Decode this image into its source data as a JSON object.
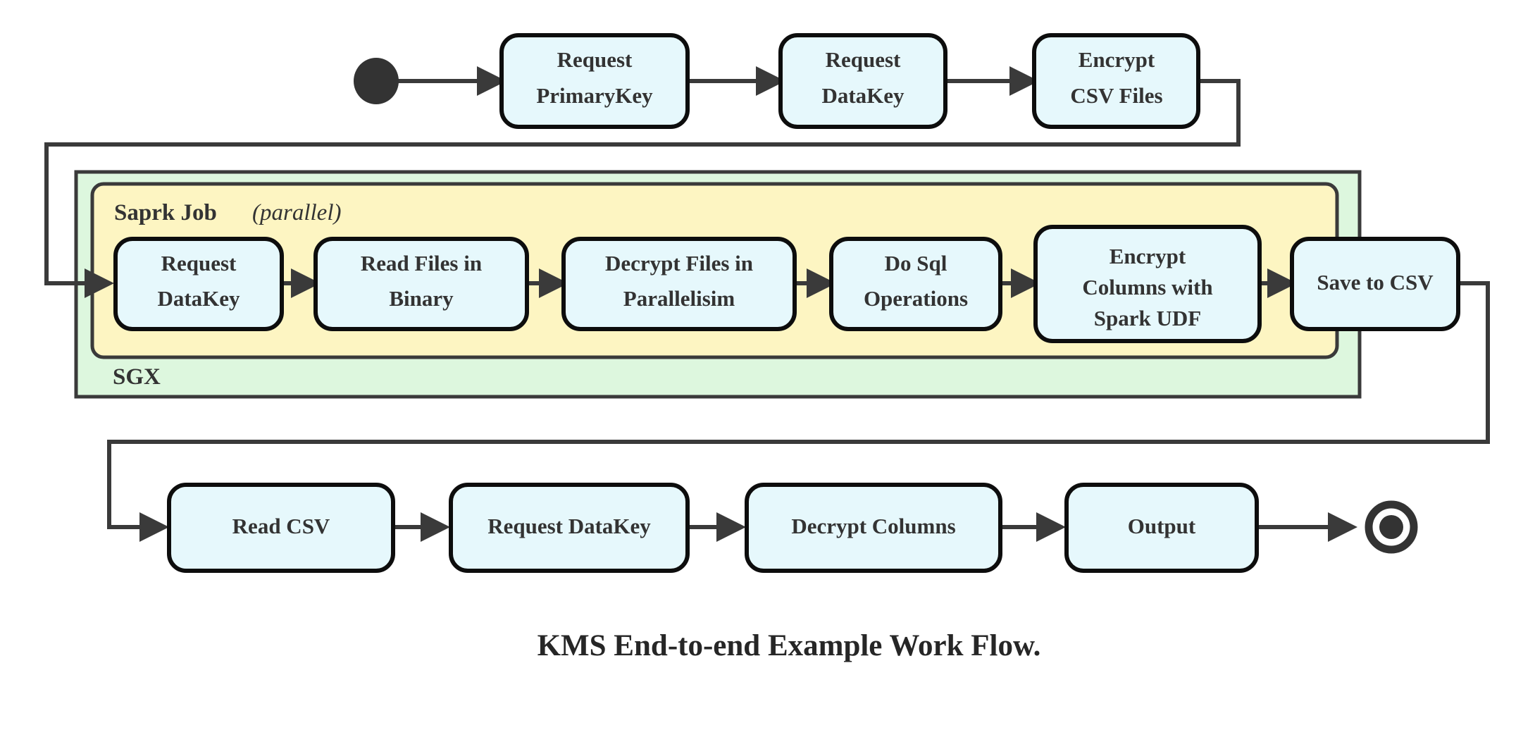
{
  "diagram": {
    "caption": "KMS End-to-end Example Work Flow.",
    "colors": {
      "node_fill": "#e6f8fc",
      "node_stroke": "#0d0d0d",
      "sgx_fill": "#ddf7de",
      "spark_fill": "#fdf5c2",
      "edge": "#3a3a3a",
      "text": "#333333"
    },
    "groups": {
      "sgx": {
        "label": "SGX"
      },
      "spark": {
        "label": "Saprk Job",
        "modifier": "(parallel)"
      }
    },
    "markers": {
      "start": "start-state",
      "end": "final-state"
    },
    "top_row": [
      {
        "id": "request-primarykey",
        "lines": [
          "Request",
          "PrimaryKey"
        ]
      },
      {
        "id": "request-datakey-top",
        "lines": [
          "Request",
          "DataKey"
        ]
      },
      {
        "id": "encrypt-csv-files",
        "lines": [
          "Encrypt",
          "CSV Files"
        ]
      }
    ],
    "spark_row": [
      {
        "id": "request-datakey-spark",
        "lines": [
          "Request",
          "DataKey"
        ]
      },
      {
        "id": "read-files-in-binary",
        "lines": [
          "Read Files in",
          "Binary"
        ]
      },
      {
        "id": "decrypt-files-in-parallelisim",
        "lines": [
          "Decrypt Files in",
          "Parallelisim"
        ]
      },
      {
        "id": "do-sql-operations",
        "lines": [
          "Do Sql",
          "Operations"
        ]
      },
      {
        "id": "encrypt-columns-with-spark-udf",
        "lines": [
          "Encrypt",
          "Columns with",
          "Spark UDF"
        ]
      },
      {
        "id": "save-to-csv",
        "lines": [
          "Save to CSV"
        ]
      }
    ],
    "bottom_row": [
      {
        "id": "read-csv",
        "lines": [
          "Read CSV"
        ]
      },
      {
        "id": "request-datakey-bottom",
        "lines": [
          "Request DataKey"
        ]
      },
      {
        "id": "decrypt-columns",
        "lines": [
          "Decrypt Columns"
        ]
      },
      {
        "id": "output",
        "lines": [
          "Output"
        ]
      }
    ]
  }
}
